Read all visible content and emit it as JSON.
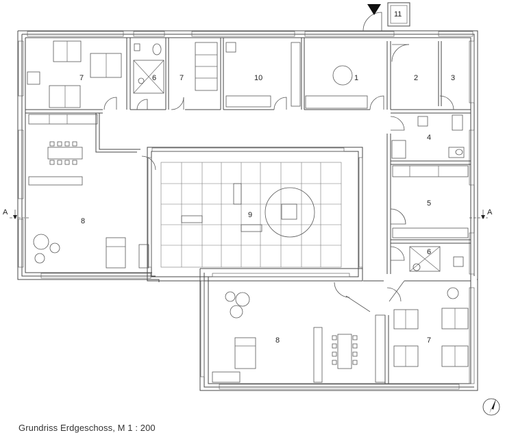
{
  "caption": "Grundriss Erdgeschoss, M 1 : 200",
  "section_marker": {
    "left": "A",
    "right": "A"
  },
  "rooms": [
    {
      "label": "7"
    },
    {
      "label": "6"
    },
    {
      "label": "7"
    },
    {
      "label": "10"
    },
    {
      "label": "1"
    },
    {
      "label": "2"
    },
    {
      "label": "3"
    },
    {
      "label": "4"
    },
    {
      "label": "5"
    },
    {
      "label": "6"
    },
    {
      "label": "8"
    },
    {
      "label": "9"
    },
    {
      "label": "8"
    },
    {
      "label": "7"
    },
    {
      "label": "11"
    }
  ],
  "icons": {
    "entrance": "entrance-arrow-icon",
    "north": "north-arrow-icon"
  }
}
